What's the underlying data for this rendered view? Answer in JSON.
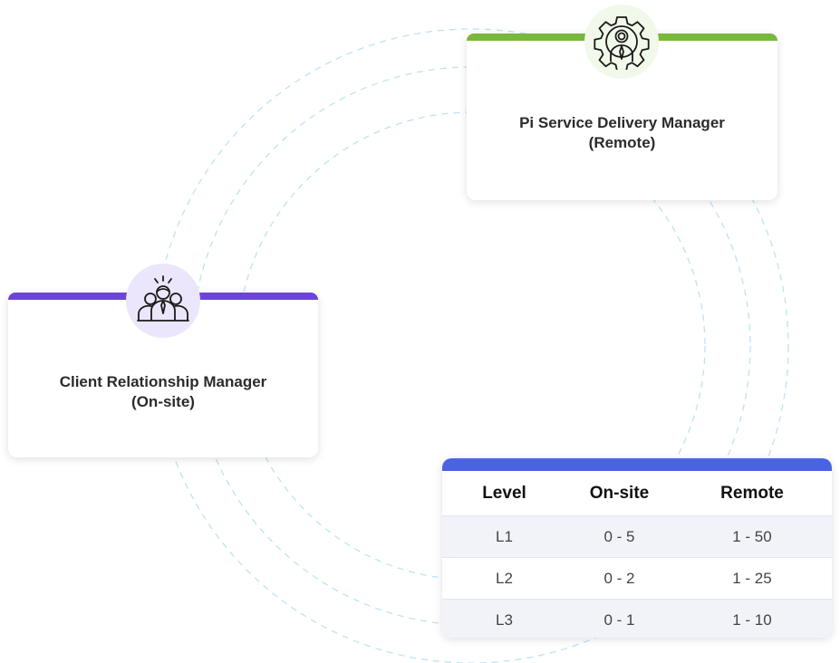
{
  "service_delivery_card": {
    "title_line1": "Pi Service Delivery Manager",
    "title_line2": "(Remote)",
    "icon": "gear-person-icon",
    "accent_color": "#78b83a"
  },
  "client_relationship_card": {
    "title_line1": "Client Relationship Manager",
    "title_line2": "(On-site)",
    "icon": "team-people-icon",
    "accent_color": "#6c44dd"
  },
  "staffing_table": {
    "accent_color": "#4a63e6",
    "headers": [
      "Level",
      "On-site",
      "Remote"
    ],
    "rows": [
      [
        "L1",
        "0 - 5",
        "1 - 50"
      ],
      [
        "L2",
        "0 - 2",
        "1 - 25"
      ],
      [
        "L3",
        "0 - 1",
        "1 - 10"
      ]
    ]
  },
  "connector_color": "#bfe3f0"
}
